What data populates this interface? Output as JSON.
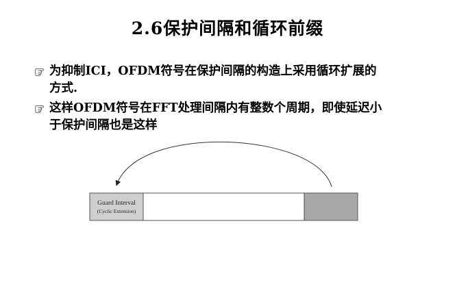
{
  "slide": {
    "title": "2.6保护间隔和循环前缀",
    "bullets": [
      {
        "icon": "pointing-hand-icon",
        "lines": [
          "为抑制ICI，OFDM符号在保护间隔的构造上采用循环扩展的",
          "方式."
        ]
      },
      {
        "icon": "pointing-hand-icon",
        "lines": [
          "这样OFDM符号在FFT处理间隔内有整数个周期，即使延迟小",
          "于保护间隔也是这样"
        ]
      }
    ]
  },
  "diagram": {
    "guard_label": "Guard Interval",
    "guard_sublabel": "(Cyclic Extension)",
    "colors": {
      "guard_fill": "#cfcfcf",
      "tail_fill": "#a8a8a8",
      "body_fill": "#ffffff",
      "outline": "#555555"
    }
  }
}
